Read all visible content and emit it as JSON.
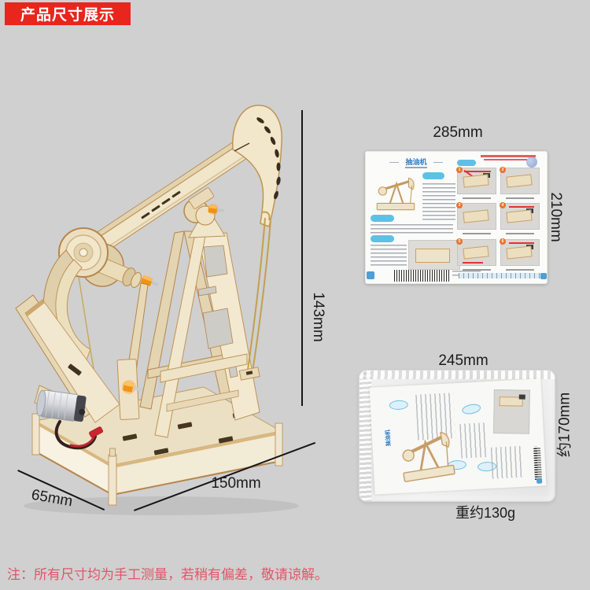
{
  "banner": {
    "label": "产品尺寸展示"
  },
  "model": {
    "height_label": "143mm",
    "length_label": "150mm",
    "width_label": "65mm"
  },
  "manual": {
    "width_label": "285mm",
    "height_label": "210mm",
    "title": "抽油机",
    "steps": [
      "1",
      "2",
      "3",
      "4",
      "5",
      "6"
    ]
  },
  "package": {
    "width_label": "245mm",
    "height_label": "约170mm",
    "weight_label": "重约130g"
  },
  "note": {
    "text": "注：所有尺寸均为手工测量，若稍有偏差，敬请谅解。"
  },
  "colors": {
    "background": "#d0d0d0",
    "banner_bg": "#e8261d",
    "banner_text": "#ffffff",
    "note_text": "#e05668",
    "dimension_text": "#1b1b1b",
    "wood_light": "#f1e6ca",
    "wood_edge": "#bf9357",
    "pin_orange": "#ef9215",
    "accent_blue": "#5fc0e6",
    "manual_title_blue": "#2e7cc3"
  }
}
